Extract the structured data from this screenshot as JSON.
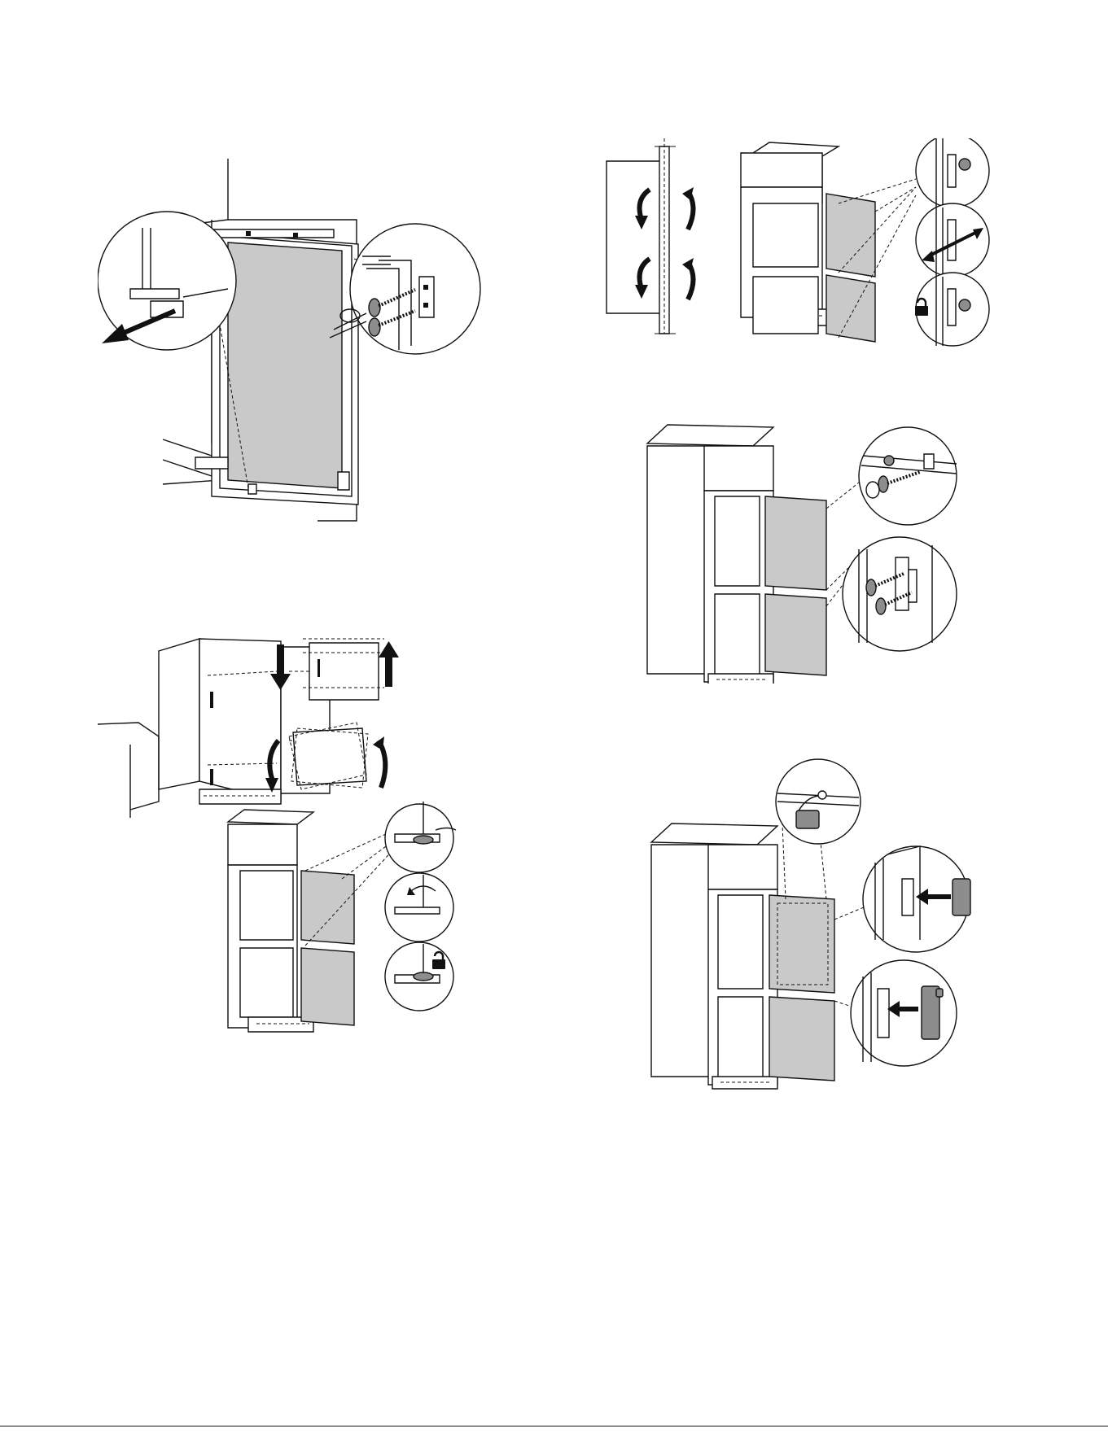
{
  "page": {
    "figures": [
      {
        "id": "fig-1",
        "icons": [
          "screw-icon",
          "screwdriver-icon",
          "arrow-left-icon"
        ]
      },
      {
        "id": "fig-2",
        "icons": [
          "rotate-arrow-icon",
          "screw-icon",
          "arrow-double-icon",
          "lock-icon"
        ]
      },
      {
        "id": "fig-3",
        "icons": [
          "arrow-down-icon",
          "arrow-up-icon",
          "rotate-arrow-icon",
          "screwdriver-icon",
          "lock-icon"
        ]
      },
      {
        "id": "fig-4",
        "icons": [
          "screw-icon",
          "screwdriver-icon"
        ]
      },
      {
        "id": "fig-5",
        "icons": [
          "cover-cap-icon",
          "arrow-left-icon"
        ]
      }
    ],
    "colors": {
      "line": "#111111",
      "panel": "#c9c9c9",
      "dark": "#8d8d8d",
      "background": "#ffffff"
    }
  }
}
